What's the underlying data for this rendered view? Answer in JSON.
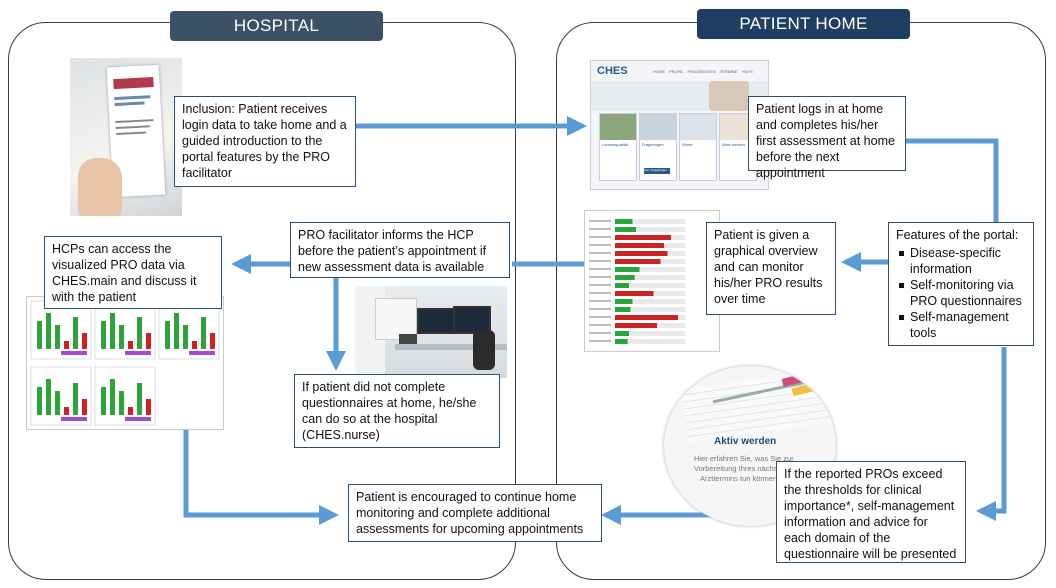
{
  "headers": {
    "hospital": "HOSPITAL",
    "patient_home": "PATIENT HOME"
  },
  "boxes": {
    "inclusion": "Inclusion: Patient receives login data to take home and a guided introduction to the portal features by the PRO facilitator",
    "login": "Patient logs in at home and completes his/her first assessment at home before the next appointment",
    "facilitator": "PRO facilitator informs the HCP before the patient’s appointment if new assessment data is available",
    "hcp": "HCPs can access the visualized PRO data via CHES.main and discuss it with the patient",
    "graphical": "Patient is given a graphical overview and can monitor his/her PRO results over time",
    "features_title": "Features of the portal:",
    "features": [
      "Disease-specific information",
      "Self-monitoring via PRO questionnaires",
      "Self-management tools"
    ],
    "hospital_nurse": "If patient did not complete questionnaires at home, he/she can do so at the hospital (CHES.nurse)",
    "encouraged": "Patient is encouraged to continue home monitoring and complete additional assessments for upcoming appointments",
    "thresholds": "If the reported PROs exceed the thresholds for clinical importance*, self-management information and advice for each domain of the questionnaire will be presented"
  },
  "screenshot_text": {
    "ches_logo": "CHES",
    "nav_items": [
      "HOME",
      "PROFIL",
      "FRAGEBOGEN",
      "TERMINE",
      "HILFE"
    ],
    "card_titles": [
      "Lebensqualität",
      "Fragebogen",
      "Werte",
      "Aktiv werden"
    ],
    "card_button": "Zum Fragebogen",
    "aktiv_title": "Aktiv werden",
    "aktiv_lines": [
      "Hier erfahren Sie, was Sie zur",
      "Vorbereitung Ihres nächsten",
      "Arzttermins tun können"
    ]
  },
  "colors": {
    "header_bg": "#3d5166",
    "arrow": "#5b9bd5",
    "bar_green": "#2aa53a",
    "bar_red": "#cc2222",
    "bar_purple": "#9b4fd0"
  }
}
